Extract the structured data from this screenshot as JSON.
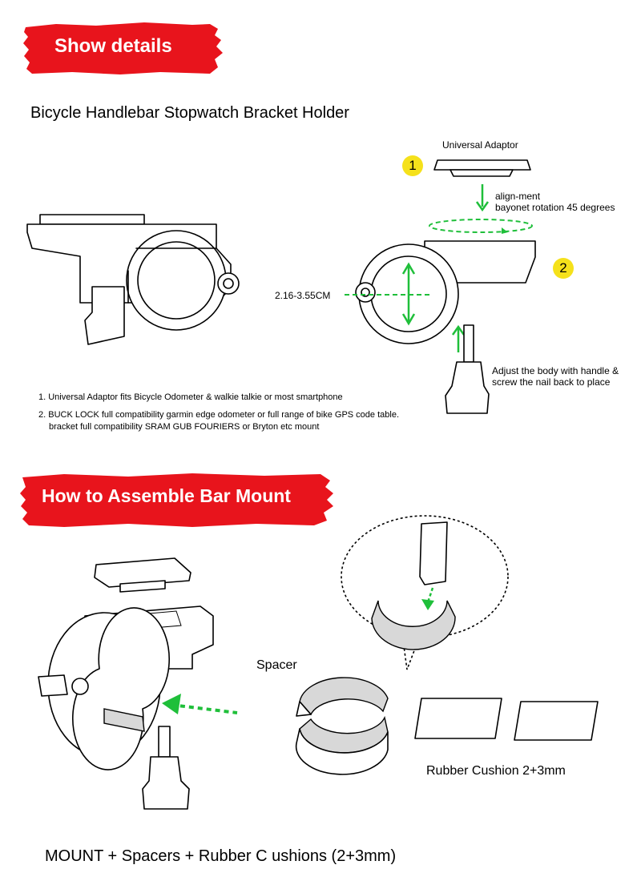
{
  "banners": {
    "show_details": "Show details",
    "how_to_assemble": "How to Assemble Bar Mount"
  },
  "title": "Bicycle Handlebar Stopwatch Bracket Holder",
  "diagram": {
    "badge_1": "1",
    "badge_2": "2",
    "universal_adaptor": "Universal Adaptor",
    "align_line1": "align-ment",
    "align_line2": "bayonet rotation 45 degrees",
    "range": "2.16-3.55CM",
    "adjust_line1": "Adjust the body with handle &",
    "adjust_line2": "screw the nail back to place"
  },
  "notes": {
    "note1": "1. Universal Adaptor fits Bicycle Odometer & walkie talkie or most smartphone",
    "note2_line1": "2. BUCK LOCK full compatibility garmin edge odometer or full range of bike GPS code table.",
    "note2_line2": "bracket full compatibility SRAM GUB FOURIERS or Bryton etc mount"
  },
  "assembly": {
    "spacer": "Spacer",
    "rubber_cushion": "Rubber Cushion 2+3mm",
    "caption": "MOUNT + Spacers + Rubber C ushions (2+3mm)"
  },
  "colors": {
    "banner_red": "#e8141c",
    "arrow_green": "#1fbf3a",
    "badge_yellow": "#f5e11b"
  }
}
